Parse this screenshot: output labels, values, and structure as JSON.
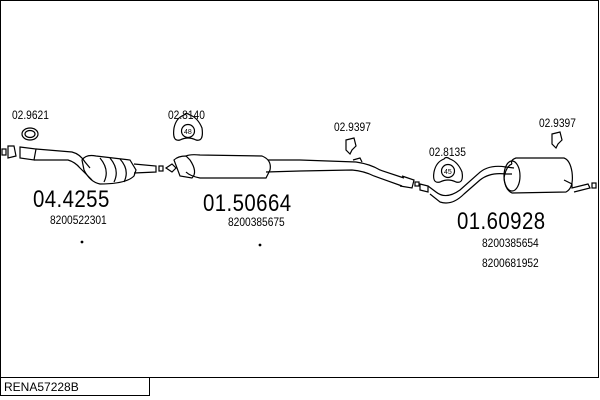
{
  "diagram_code": "RENA57228B",
  "parts": [
    {
      "number": "04.4255",
      "oem": [
        "8200522301"
      ],
      "type": "catalytic-converter"
    },
    {
      "number": "01.50664",
      "oem": [
        "8200385675"
      ],
      "type": "middle-silencer"
    },
    {
      "number": "01.60928",
      "oem": [
        "8200385654",
        "8200681952"
      ],
      "type": "rear-silencer"
    }
  ],
  "accessories": [
    {
      "ref": "02.9621",
      "type": "gasket-ring"
    },
    {
      "ref": "02.8140",
      "type": "mounting-clamp",
      "size": "48"
    },
    {
      "ref": "02.9397",
      "type": "rubber-hanger"
    },
    {
      "ref": "02.8135",
      "type": "mounting-clamp",
      "size": "45"
    },
    {
      "ref": "02.9397",
      "type": "rubber-hanger"
    }
  ]
}
